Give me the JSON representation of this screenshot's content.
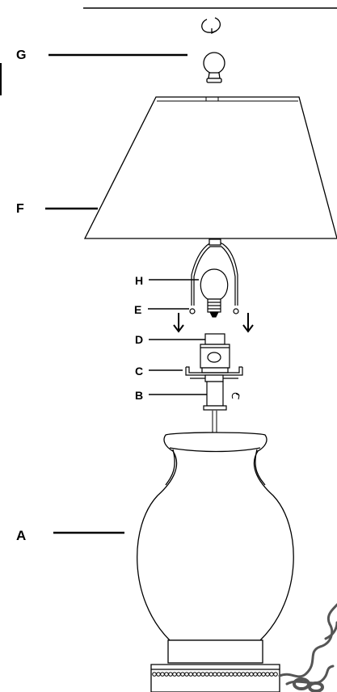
{
  "labels": {
    "g": "G",
    "f": "F",
    "h": "H",
    "e": "E",
    "d": "D",
    "c": "C",
    "b": "B",
    "a": "A"
  },
  "icons": {
    "top_rotate": "rotate-arrow-icon",
    "small_rotate": "rotate-arrow-icon",
    "arrows": "arrow-down-icon"
  },
  "colors": {
    "line": "#000000",
    "background": "#ffffff",
    "cord": "#555555"
  }
}
